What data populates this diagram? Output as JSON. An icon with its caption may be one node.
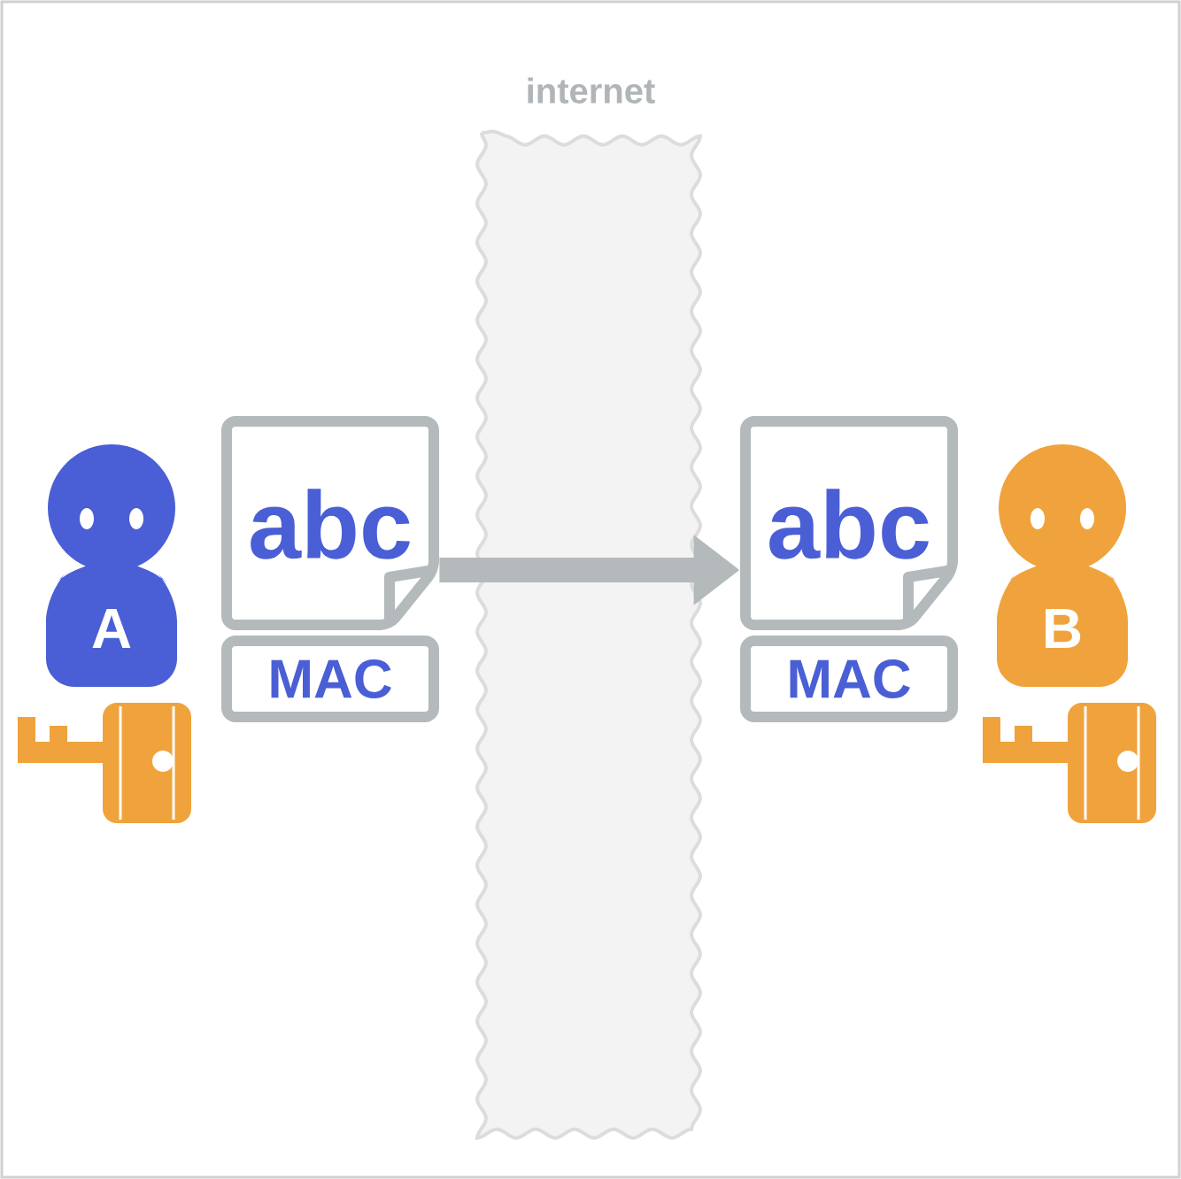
{
  "diagram": {
    "nodes": [
      {
        "text": [
          "A"
        ]
      },
      {
        "text": [
          "abc"
        ]
      },
      {
        "text": [
          "MAC"
        ]
      },
      {
        "text": [
          "abc"
        ]
      },
      {
        "text": [
          "MAC"
        ]
      },
      {
        "text": [
          "B"
        ]
      }
    ],
    "edges": [
      {
        "from": 1,
        "to": 3,
        "arrow": "to"
      }
    ],
    "labels": [
      "internet"
    ]
  }
}
